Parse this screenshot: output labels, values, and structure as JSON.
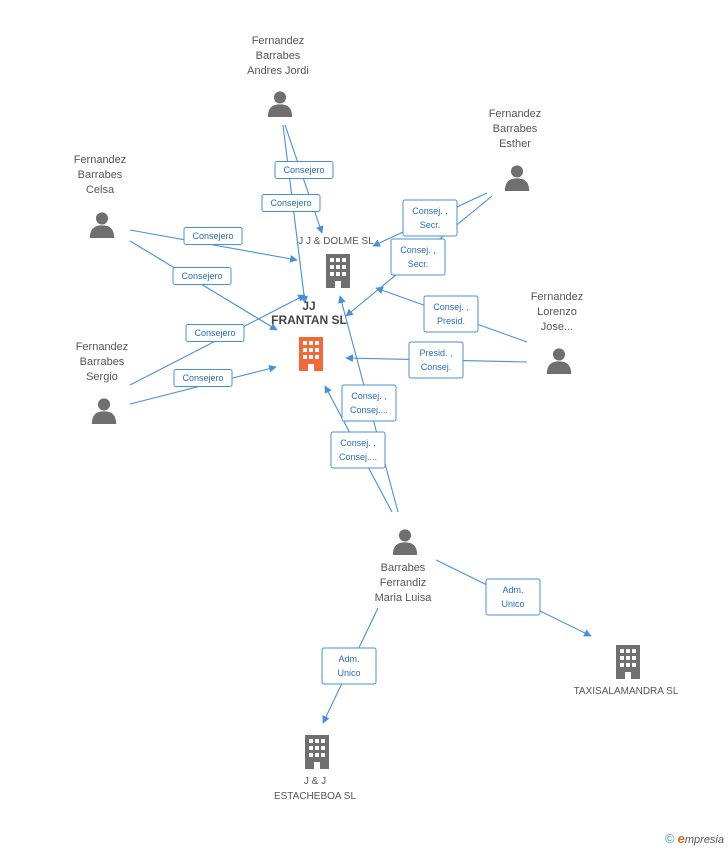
{
  "colors": {
    "edge": "#4a90d9",
    "person_icon": "#6f6f6f",
    "company_icon": "#6f6f6f",
    "main_company_icon": "#f26a3a",
    "label_text": "#555555"
  },
  "nodes": [
    {
      "id": "jj_frantan",
      "type": "company",
      "main": true,
      "label": [
        "JJ",
        "FRANTAN SL"
      ]
    },
    {
      "id": "jj_dolme",
      "type": "company",
      "label": [
        "J J & DOLME SL"
      ]
    },
    {
      "id": "taxisalamandra",
      "type": "company",
      "label": [
        "TAXISALAMANDRA SL"
      ]
    },
    {
      "id": "jj_estacheboa",
      "type": "company",
      "label": [
        "J & J",
        "ESTACHEBOA SL"
      ]
    },
    {
      "id": "andres_jordi",
      "type": "person",
      "label": [
        "Fernandez",
        "Barrabes",
        "Andres Jordi"
      ]
    },
    {
      "id": "esther",
      "type": "person",
      "label": [
        "Fernandez",
        "Barrabes",
        "Esther"
      ]
    },
    {
      "id": "celsa",
      "type": "person",
      "label": [
        "Fernandez",
        "Barrabes",
        "Celsa"
      ]
    },
    {
      "id": "lorenzo",
      "type": "person",
      "label": [
        "Fernandez",
        "Lorenzo",
        "Jose..."
      ]
    },
    {
      "id": "sergio",
      "type": "person",
      "label": [
        "Fernandez",
        "Barrabes",
        "Sergio"
      ]
    },
    {
      "id": "maria_luisa",
      "type": "person",
      "label": [
        "Barrabes",
        "Ferrandiz",
        "Maria Luisa"
      ]
    }
  ],
  "edges": [
    {
      "from": "andres_jordi",
      "to": "jj_dolme",
      "label": [
        "Consejero"
      ]
    },
    {
      "from": "andres_jordi",
      "to": "jj_frantan",
      "label": [
        "Consejero"
      ]
    },
    {
      "from": "esther",
      "to": "jj_dolme",
      "label": [
        "Consej. ,",
        "Secr."
      ]
    },
    {
      "from": "esther",
      "to": "jj_frantan",
      "label": [
        "Consej. ,",
        "Secr."
      ]
    },
    {
      "from": "celsa",
      "to": "jj_dolme",
      "label": [
        "Consejero"
      ]
    },
    {
      "from": "celsa",
      "to": "jj_frantan",
      "label": [
        "Consejero"
      ]
    },
    {
      "from": "lorenzo",
      "to": "jj_dolme",
      "label": [
        "Consej. ,",
        "Presid."
      ]
    },
    {
      "from": "lorenzo",
      "to": "jj_frantan",
      "label": [
        "Presid. ,",
        "Consej."
      ]
    },
    {
      "from": "sergio",
      "to": "jj_dolme",
      "label": [
        "Consejero"
      ]
    },
    {
      "from": "sergio",
      "to": "jj_frantan",
      "label": [
        "Consejero"
      ]
    },
    {
      "from": "maria_luisa",
      "to": "jj_dolme",
      "label": [
        "Consej. ,",
        "Consej...."
      ]
    },
    {
      "from": "maria_luisa",
      "to": "jj_frantan",
      "label": [
        "Consej. ,",
        "Consej...."
      ]
    },
    {
      "from": "maria_luisa",
      "to": "taxisalamandra",
      "label": [
        "Adm.",
        "Unico"
      ]
    },
    {
      "from": "maria_luisa",
      "to": "jj_estacheboa",
      "label": [
        "Adm.",
        "Unico"
      ]
    }
  ],
  "footer": {
    "copyright": "©",
    "brand_initial": "e",
    "brand_rest": "mpresia"
  }
}
